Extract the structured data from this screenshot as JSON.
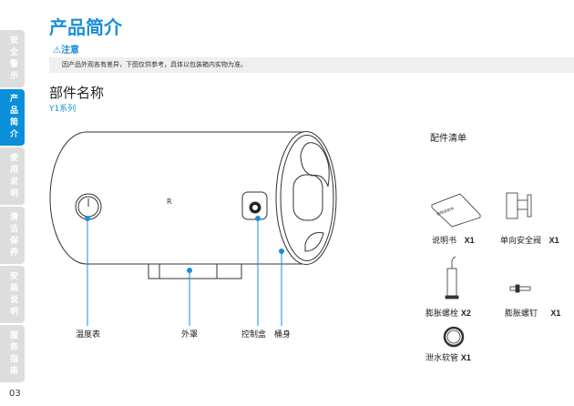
{
  "sidebar": {
    "tabs": [
      {
        "label": "安全警示",
        "chars": [
          "安",
          "全",
          "警",
          "示"
        ],
        "active": false
      },
      {
        "label": "产品简介",
        "chars": [
          "产",
          "品",
          "简",
          "介"
        ],
        "active": true
      },
      {
        "label": "使用说明",
        "chars": [
          "使",
          "用",
          "说",
          "明"
        ],
        "active": false
      },
      {
        "label": "清洁保养",
        "chars": [
          "清",
          "洁",
          "保",
          "养"
        ],
        "active": false
      },
      {
        "label": "安装说明",
        "chars": [
          "安",
          "装",
          "说",
          "明"
        ],
        "active": false
      },
      {
        "label": "服务指南",
        "chars": [
          "服",
          "务",
          "指",
          "南"
        ],
        "active": false
      }
    ],
    "page_number": "03"
  },
  "header": {
    "title": "产品简介",
    "notice_icon": "warning-icon",
    "notice_label": "注意",
    "notice_text": "因产品外观各有差异，下图仅供参考，具体以包装箱内实物为准。"
  },
  "parts": {
    "title": "部件名称",
    "series": "Y1系列",
    "labels": {
      "thermometer": "温度表",
      "cover": "外罩",
      "control_box": "控制盒",
      "tank": "桶身"
    }
  },
  "accessories": {
    "title": "配件清单",
    "items": [
      {
        "name": "说明书",
        "qty": "X1"
      },
      {
        "name": "单向安全阀",
        "qty": "X1"
      },
      {
        "name": "膨胀螺栓",
        "qty": "X2"
      },
      {
        "name": "膨胀螺钉",
        "qty": "X1"
      },
      {
        "name": "泄水软管",
        "qty": "X1"
      }
    ],
    "manual_cover_text": "使用说明书"
  },
  "colors": {
    "accent": "#1a8fd8",
    "tab_inactive": "#dcdddd",
    "notice_bg": "#eeefef"
  }
}
